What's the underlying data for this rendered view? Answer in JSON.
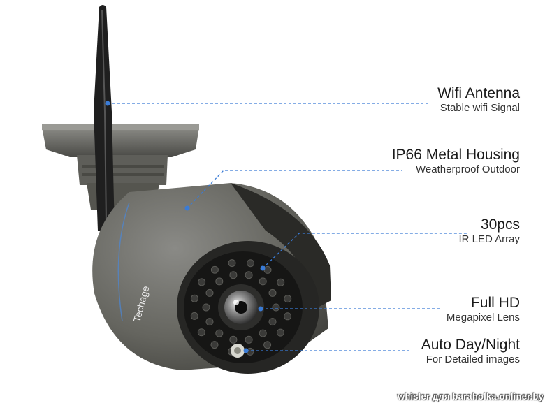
{
  "product": {
    "brand_text": "Techage"
  },
  "callouts": [
    {
      "title": "Wifi Antenna",
      "subtitle": "Stable wifi Signal"
    },
    {
      "title": "IP66 Metal Housing",
      "subtitle": "Weatherproof Outdoor"
    },
    {
      "title": "30pcs",
      "subtitle": "IR LED Array"
    },
    {
      "title": "Full HD",
      "subtitle": "Megapixel Lens"
    },
    {
      "title": "Auto Day/Night",
      "subtitle": "For Detailed images"
    }
  ],
  "watermark": "whisler для baraholka.onliner.by",
  "colors": {
    "leader_line": "#3a7bd5",
    "housing": "#6b6b66",
    "text": "#1a1a1a"
  }
}
